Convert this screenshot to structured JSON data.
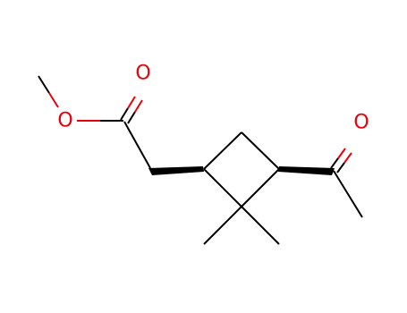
{
  "molecule": {
    "atom_labels": {
      "ester_methoxy_oxygen": "O",
      "ester_carbonyl_oxygen": "O",
      "ketone_carbonyl_oxygen": "O"
    },
    "colors": {
      "bond": "#000000",
      "oxygen": "#e8000b",
      "background": "#ffffff"
    }
  }
}
